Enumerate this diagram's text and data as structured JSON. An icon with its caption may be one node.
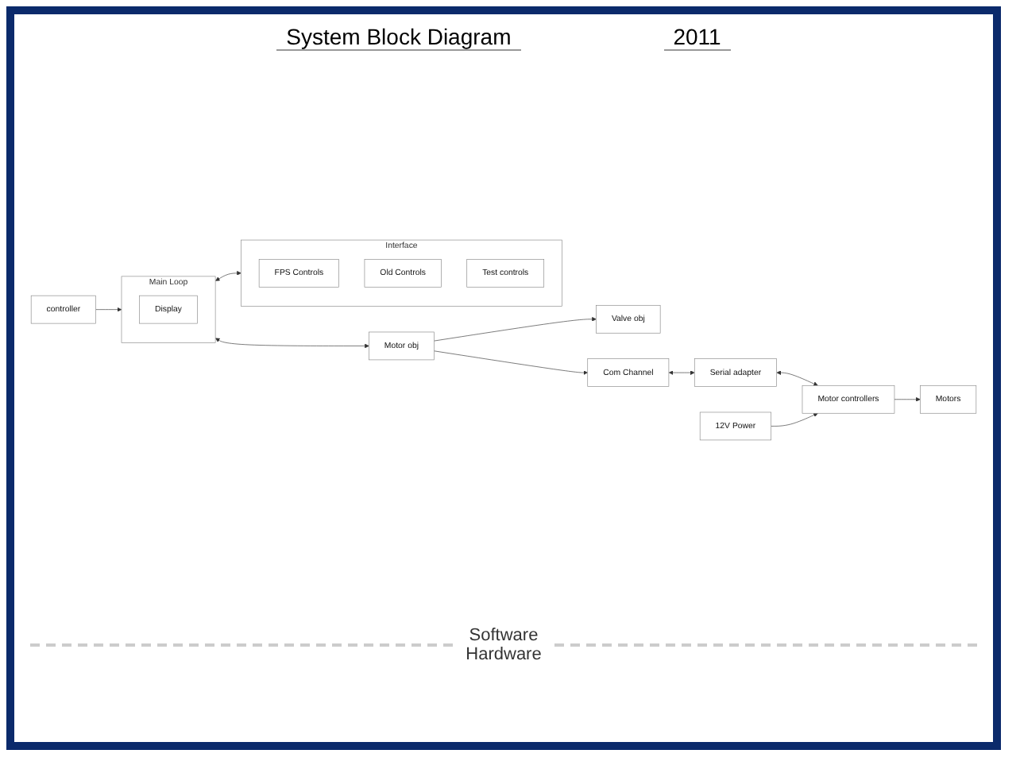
{
  "diagram": {
    "title": "System Block Diagram",
    "nodes": [
      {
        "text": [
          "controller"
        ]
      },
      {
        "text": [
          "Main Loop"
        ]
      },
      {
        "text": [
          "Display"
        ],
        "in": 1
      },
      {
        "text": [
          "Interface"
        ]
      },
      {
        "text": [
          "FPS Controls"
        ],
        "in": 3
      },
      {
        "text": [
          "Old Controls"
        ],
        "in": 3
      },
      {
        "text": [
          "Test controls"
        ],
        "in": 3
      },
      {
        "text": [
          "Valve obj"
        ]
      },
      {
        "text": [
          "Motor obj"
        ]
      },
      {
        "text": [
          "Com Channel"
        ]
      },
      {
        "text": [
          "Serial adapter"
        ]
      },
      {
        "text": [
          "Motor controllers"
        ]
      },
      {
        "text": [
          "Motors"
        ]
      },
      {
        "text": [
          "12V Power"
        ]
      }
    ],
    "edges": [
      {
        "from": 0,
        "to": 1,
        "arrow": "to"
      },
      {
        "from": 1,
        "to": 3,
        "arrow": "both"
      },
      {
        "from": 1,
        "to": 8,
        "arrow": "both"
      },
      {
        "from": 8,
        "to": 7,
        "arrow": "to"
      },
      {
        "from": 8,
        "to": 9,
        "arrow": "to"
      },
      {
        "from": 9,
        "to": 10,
        "arrow": "both"
      },
      {
        "from": 10,
        "to": 11,
        "arrow": "both"
      },
      {
        "from": 11,
        "to": 12,
        "arrow": "to"
      },
      {
        "from": 13,
        "to": 11,
        "arrow": "to"
      }
    ],
    "labels": [
      "2011",
      "Software",
      "Hardware"
    ]
  }
}
